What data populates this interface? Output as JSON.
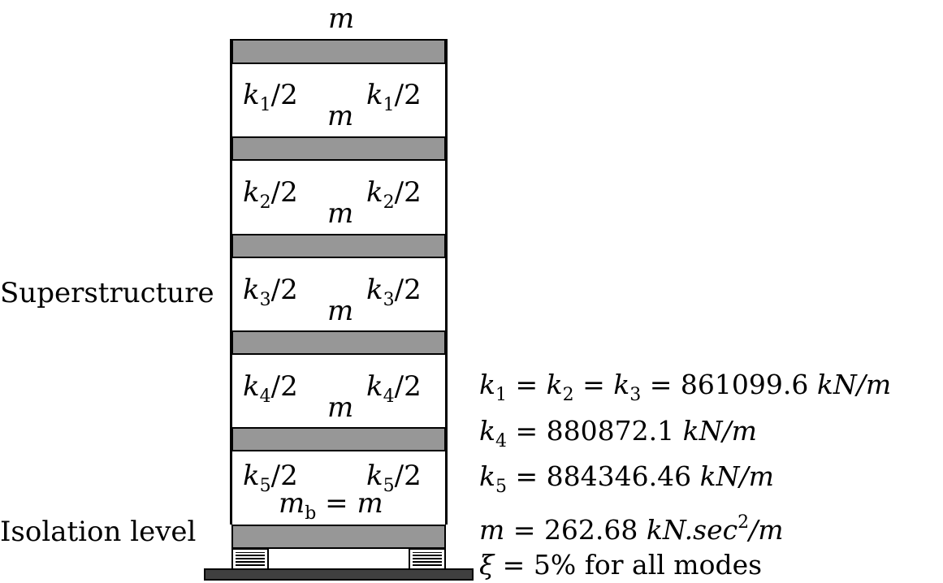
{
  "diagram": {
    "top_mass": "m",
    "stories": [
      {
        "level": "1",
        "left": {
          "k": "k",
          "sub": "1",
          "tail": "/2"
        },
        "right": {
          "k": "k",
          "sub": "1",
          "tail": "/2"
        },
        "mass": "m"
      },
      {
        "level": "2",
        "left": {
          "k": "k",
          "sub": "2",
          "tail": "/2"
        },
        "right": {
          "k": "k",
          "sub": "2",
          "tail": "/2"
        },
        "mass": "m"
      },
      {
        "level": "3",
        "left": {
          "k": "k",
          "sub": "3",
          "tail": "/2"
        },
        "right": {
          "k": "k",
          "sub": "3",
          "tail": "/2"
        },
        "mass": "m"
      },
      {
        "level": "4",
        "left": {
          "k": "k",
          "sub": "4",
          "tail": "/2"
        },
        "right": {
          "k": "k",
          "sub": "4",
          "tail": "/2"
        },
        "mass": "m"
      }
    ],
    "base_story": {
      "left": {
        "k": "k",
        "sub": "5",
        "tail": "/2"
      },
      "right": {
        "k": "k",
        "sub": "5",
        "tail": "/2"
      },
      "mass": {
        "m": "m",
        "sub": "b",
        "rest": " = m"
      }
    },
    "labels": {
      "superstructure": "Superstructure",
      "isolation": "Isolation level"
    },
    "properties": {
      "line1": {
        "a": "k",
        "a_sub": "1",
        "b": "k",
        "b_sub": "2",
        "c": "k",
        "c_sub": "3",
        "value": "861099.6",
        "unit": "kN/m"
      },
      "line2": {
        "a": "k",
        "a_sub": "4",
        "value": "880872.1",
        "unit": "kN/m"
      },
      "line3": {
        "a": "k",
        "a_sub": "5",
        "value": "884346.46",
        "unit": "kN/m"
      },
      "line4": {
        "a": "m",
        "value": "262.68",
        "unit_a": "kN.sec",
        "unit_sup": "2",
        "unit_b": "/m"
      },
      "line5": {
        "a": "ξ",
        "value": "5%",
        "text": "for all modes"
      }
    }
  }
}
